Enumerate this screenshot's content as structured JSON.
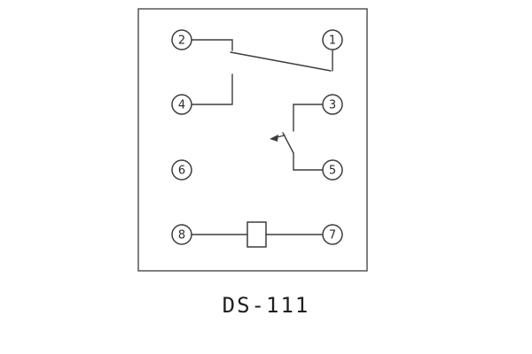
{
  "diagram": {
    "caption": "DS-111",
    "terminals": [
      {
        "label": "1"
      },
      {
        "label": "2"
      },
      {
        "label": "3"
      },
      {
        "label": "4"
      },
      {
        "label": "5"
      },
      {
        "label": "6"
      },
      {
        "label": "7"
      },
      {
        "label": "8"
      }
    ],
    "components": {
      "coil": "operating-coil",
      "contact_top": "changeover-contact-2-4-1",
      "contact_right": "normally-open-contact-3-5"
    }
  }
}
